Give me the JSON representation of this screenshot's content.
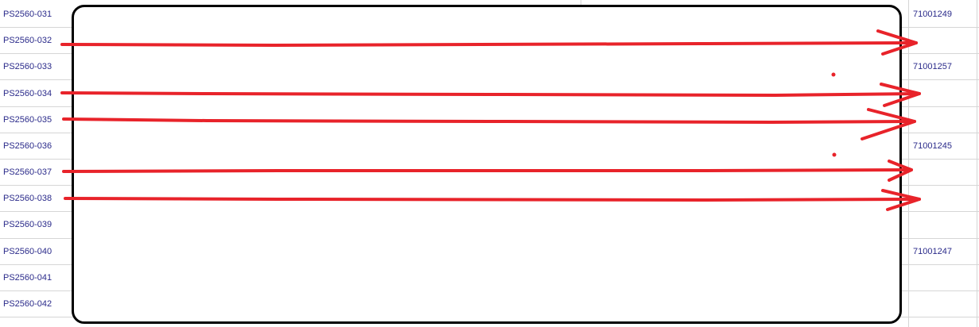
{
  "sheet": {
    "left_column": [
      "PS2560-031",
      "PS2560-032",
      "PS2560-033",
      "PS2560-034",
      "PS2560-035",
      "PS2560-036",
      "PS2560-037",
      "PS2560-038",
      "PS2560-039",
      "PS2560-040",
      "PS2560-041",
      "PS2560-042"
    ],
    "right_column": [
      "71001249",
      "",
      "71001257",
      "",
      "",
      "71001245",
      "",
      "",
      "",
      "71001247",
      "",
      ""
    ]
  },
  "annotation": {
    "color": "#e8232a",
    "box_color": "#000000",
    "arrow_rows": [
      "PS2560-032",
      "PS2560-034",
      "PS2560-035",
      "PS2560-037",
      "PS2560-038"
    ]
  }
}
